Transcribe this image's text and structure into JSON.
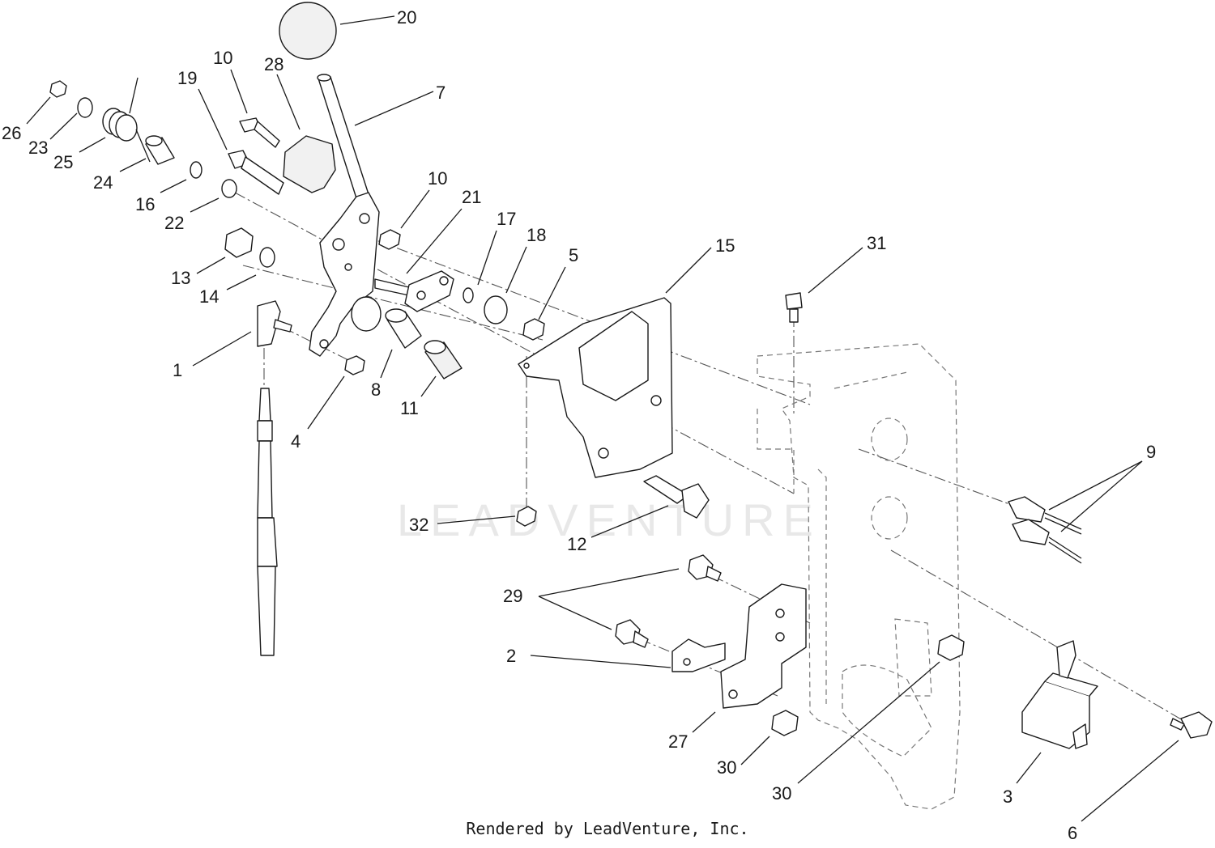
{
  "diagram": {
    "watermark": "LEADVENTURE",
    "credit": "Rendered by LeadVenture, Inc.",
    "callouts": [
      "20",
      "10",
      "28",
      "7",
      "19",
      "26",
      "23",
      "25",
      "24",
      "16",
      "22",
      "10",
      "21",
      "17",
      "18",
      "5",
      "15",
      "31",
      "13",
      "14",
      "1",
      "4",
      "8",
      "11",
      "9",
      "32",
      "12",
      "29",
      "2",
      "27",
      "30",
      "30",
      "3",
      "6"
    ]
  }
}
